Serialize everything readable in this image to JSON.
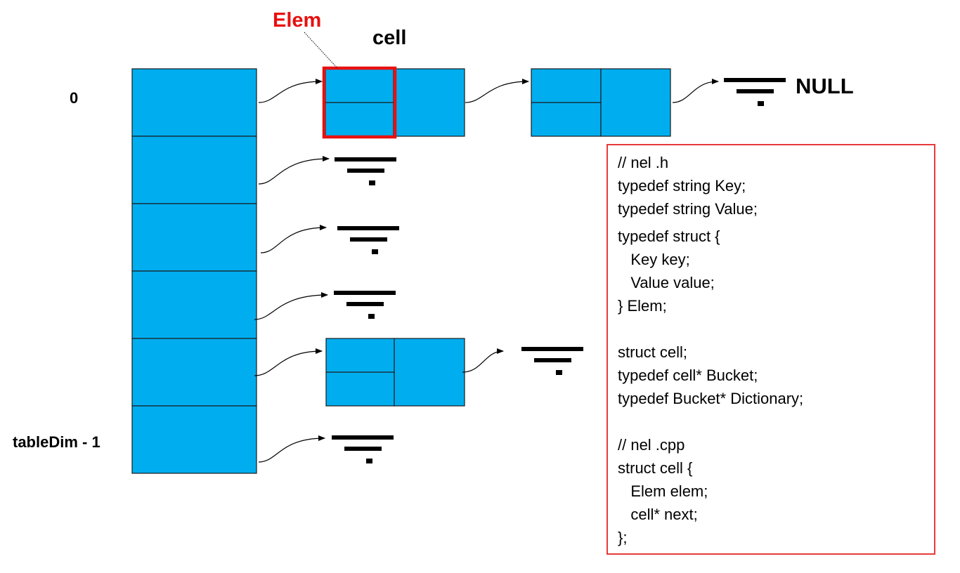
{
  "labels": {
    "elem": "Elem",
    "cell": "cell",
    "null": "NULL",
    "index_first": "0",
    "index_last": "tableDim - 1"
  },
  "colors": {
    "cell_fill": "#00aef0",
    "cell_stroke": "#1a1a1a",
    "highlight": "#e81010",
    "code_border": "#e83a3a",
    "text": "#000000"
  },
  "table": {
    "bucket_count": 6,
    "chains": [
      {
        "bucket": 0,
        "cells": 2,
        "terminator": "NULL",
        "first_cell_highlighted": true
      },
      {
        "bucket": 1,
        "cells": 0
      },
      {
        "bucket": 2,
        "cells": 0
      },
      {
        "bucket": 3,
        "cells": 0
      },
      {
        "bucket": 4,
        "cells": 1
      },
      {
        "bucket": 5,
        "cells": 0
      }
    ]
  },
  "code": [
    "// nel .h",
    "typedef string Key;",
    "typedef string Value;",
    "typedef struct {",
    "   Key key;",
    "   Value value;",
    "} Elem;",
    "",
    "struct cell;",
    "typedef cell* Bucket;",
    "typedef Bucket* Dictionary;",
    "",
    "// nel .cpp",
    "struct cell {",
    "   Elem elem;",
    "   cell* next;",
    "};"
  ]
}
